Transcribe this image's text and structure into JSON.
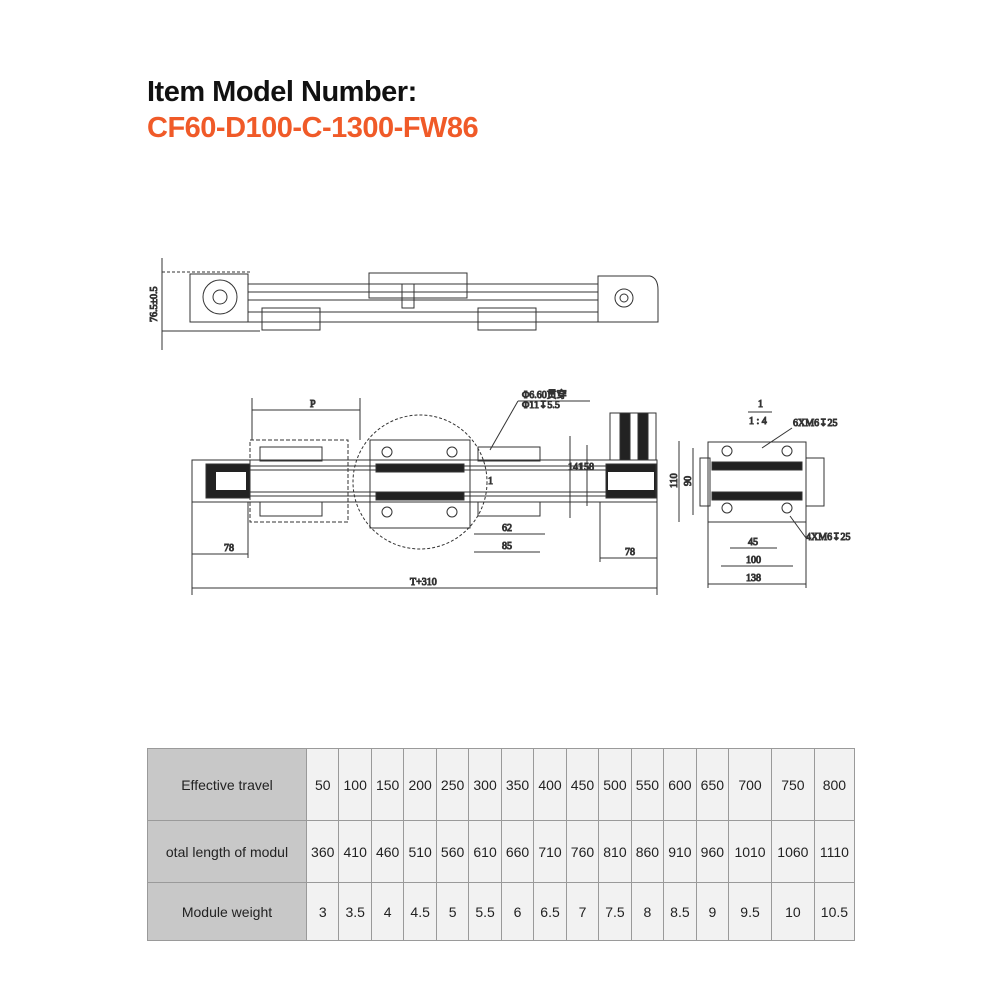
{
  "header": {
    "title": "Item Model Number:",
    "model": "CF60-D100-C-1300-FW86",
    "model_color": "#f05a28"
  },
  "drawing": {
    "side_view": {
      "height_dim": "76.5±0.5"
    },
    "top_view": {
      "dim_p": "P",
      "hole_note_1": "Φ6.60贯穿",
      "hole_note_2": "Φ11↧5.5",
      "section_mark": "1",
      "dim_141": "141",
      "dim_158": "158",
      "dim_62": "62",
      "dim_85": "85",
      "dim_78_left": "78",
      "dim_78_right": "78",
      "dim_total": "T+310"
    },
    "end_view": {
      "section_num": "1",
      "scale": "1 : 4",
      "thread_top": "6XM6↧25",
      "thread_bottom": "4XM6↧25",
      "dim_110": "110",
      "dim_90": "90",
      "dim_45": "45",
      "dim_100": "100",
      "dim_138": "138"
    }
  },
  "table": {
    "rows": [
      {
        "label": "Effective travel",
        "values": [
          "50",
          "100",
          "150",
          "200",
          "250",
          "300",
          "350",
          "400",
          "450",
          "500",
          "550",
          "600",
          "650",
          "700",
          "750",
          "800"
        ]
      },
      {
        "label": "otal length of modul",
        "values": [
          "360",
          "410",
          "460",
          "510",
          "560",
          "610",
          "660",
          "710",
          "760",
          "810",
          "860",
          "910",
          "960",
          "1010",
          "1060",
          "1110"
        ]
      },
      {
        "label": "Module weight",
        "values": [
          "3",
          "3.5",
          "4",
          "4.5",
          "5",
          "5.5",
          "6",
          "6.5",
          "7",
          "7.5",
          "8",
          "8.5",
          "9",
          "9.5",
          "10",
          "10.5"
        ]
      }
    ]
  }
}
